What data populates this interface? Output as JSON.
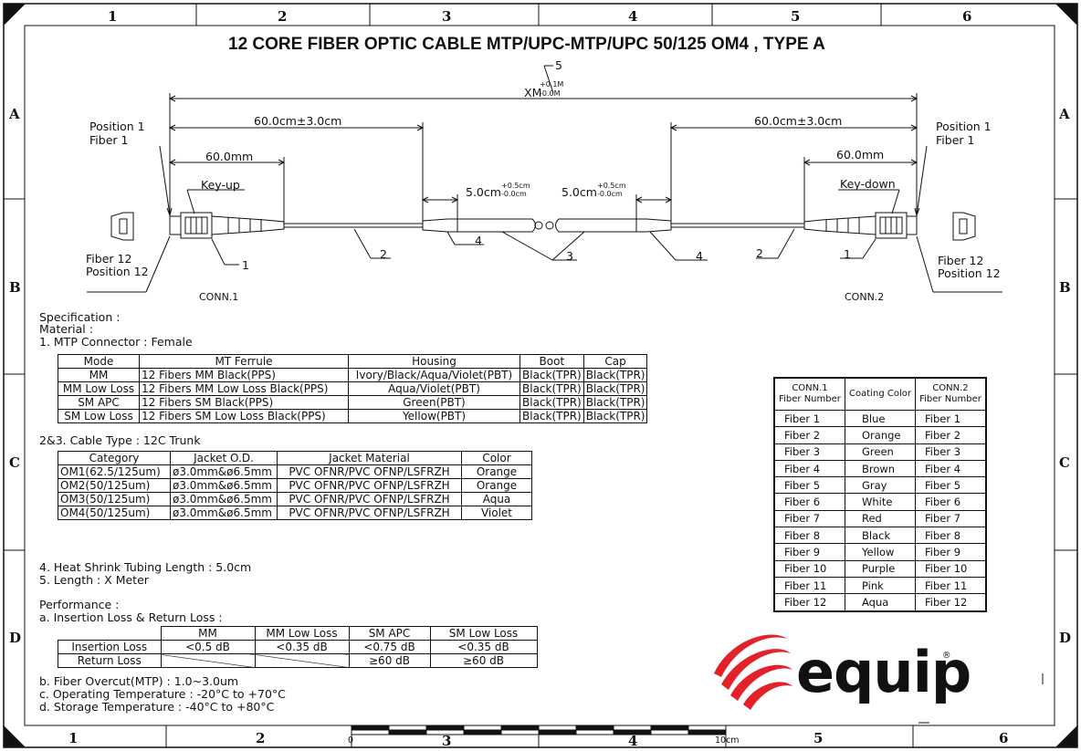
{
  "title": "12 CORE FIBER OPTIC CABLE MTP/UPC-MTP/UPC 50/125  OM4 , TYPE A",
  "frame": {
    "cols_top": [
      "1",
      "2",
      "3",
      "4",
      "5",
      "6"
    ],
    "cols_bottom": [
      "1",
      "2",
      "3",
      "4",
      "5",
      "6"
    ],
    "rows": [
      "A",
      "B",
      "C",
      "D"
    ],
    "scale": {
      "start": "0",
      "end": "10cm"
    }
  },
  "drawing": {
    "length_main": "XM",
    "length_tol_plus": "+0.1M",
    "length_tol_minus": "-0.0M",
    "length_callout": "5",
    "left": {
      "position_top": "Position  1",
      "fiber_top": "Fiber  1",
      "dim_cable": "60.0cm±3.0cm",
      "dim_boot": "60.0mm",
      "key": "Key-up",
      "fiber_bottom": "Fiber  12",
      "position_bottom": "Position  12",
      "conn": "CONN.1",
      "callout_conn": "1",
      "callout_cable": "2"
    },
    "right": {
      "position_top": "Position  1",
      "fiber_top": "Fiber  1",
      "dim_cable": "60.0cm±3.0cm",
      "dim_boot": "60.0mm",
      "key": "Key-down",
      "fiber_bottom": "Fiber  12",
      "position_bottom": "Position  12",
      "conn": "CONN.2",
      "callout_conn": "1",
      "callout_cable": "2"
    },
    "heat_shrink": {
      "main": "5.0cm",
      "plus": "+0.5cm",
      "minus": "-0.0cm"
    },
    "callout_trunk": "3",
    "callout_shrink": "4"
  },
  "spec": {
    "heading": "Specification :",
    "material": "Material :",
    "item1": "1. MTP  Connector : Female",
    "item23": "2&3. Cable Type : 12C Trunk",
    "item4": "4. Heat Shrink Tubing Length : 5.0cm",
    "item5": "5. Length : X Meter",
    "performance": "Performance :",
    "item_a": "a. Insertion Loss & Return Loss :",
    "item_b": "b. Fiber Overcut(MTP) : 1.0~3.0um",
    "item_c": "c. Operating Temperature : -20°C  to  +70°C",
    "item_d": "d. Storage Temperature : -40°C  to  +80°C"
  },
  "mtp_table": {
    "headers": [
      "Mode",
      "MT Ferrule",
      "Housing",
      "Boot",
      "Cap"
    ],
    "rows": [
      [
        "MM",
        "12 Fibers MM Black(PPS)",
        "Ivory/Black/Aqua/Violet(PBT)",
        "Black(TPR)",
        "Black(TPR)"
      ],
      [
        "MM Low Loss",
        "12 Fibers MM Low Loss Black(PPS)",
        "Aqua/Violet(PBT)",
        "Black(TPR)",
        "Black(TPR)"
      ],
      [
        "SM APC",
        "12 Fibers SM Black(PPS)",
        "Green(PBT)",
        "Black(TPR)",
        "Black(TPR)"
      ],
      [
        "SM Low Loss",
        "12 Fibers SM Low Loss Black(PPS)",
        "Yellow(PBT)",
        "Black(TPR)",
        "Black(TPR)"
      ]
    ]
  },
  "cable_table": {
    "headers": [
      "Category",
      "Jacket O.D.",
      "Jacket Material",
      "Color"
    ],
    "rows": [
      [
        "OM1(62.5/125um)",
        "ø3.0mm&ø6.5mm",
        "PVC OFNR/PVC OFNP/LSFRZH",
        "Orange"
      ],
      [
        "OM2(50/125um)",
        "ø3.0mm&ø6.5mm",
        "PVC OFNR/PVC OFNP/LSFRZH",
        "Orange"
      ],
      [
        "OM3(50/125um)",
        "ø3.0mm&ø6.5mm",
        "PVC OFNR/PVC OFNP/LSFRZH",
        "Aqua"
      ],
      [
        "OM4(50/125um)",
        "ø3.0mm&ø6.5mm",
        "PVC OFNR/PVC OFNP/LSFRZH",
        "Violet"
      ]
    ]
  },
  "loss_table": {
    "headers": [
      "MM",
      "MM Low Loss",
      "SM APC",
      "SM Low Loss"
    ],
    "rows": [
      {
        "label": "Insertion Loss",
        "values": [
          "<0.5 dB",
          "<0.35 dB",
          "<0.75 dB",
          "<0.35 dB"
        ]
      },
      {
        "label": "Return Loss",
        "values": [
          "",
          "",
          "≥60 dB",
          "≥60 dB"
        ]
      }
    ]
  },
  "fiber_table": {
    "headers": {
      "conn1_a": "CONN.1",
      "conn1_b": "Fiber Number",
      "color": "Coating Color",
      "conn2_a": "CONN.2",
      "conn2_b": "Fiber Number"
    },
    "rows": [
      [
        "Fiber 1",
        "Blue",
        "Fiber 1"
      ],
      [
        "Fiber 2",
        "Orange",
        "Fiber 2"
      ],
      [
        "Fiber 3",
        "Green",
        "Fiber 3"
      ],
      [
        "Fiber 4",
        "Brown",
        "Fiber 4"
      ],
      [
        "Fiber 5",
        "Gray",
        "Fiber 5"
      ],
      [
        "Fiber 6",
        "White",
        "Fiber 6"
      ],
      [
        "Fiber 7",
        "Red",
        "Fiber 7"
      ],
      [
        "Fiber 8",
        "Black",
        "Fiber 8"
      ],
      [
        "Fiber 9",
        "Yellow",
        "Fiber 9"
      ],
      [
        "Fiber 10",
        "Purple",
        "Fiber 10"
      ],
      [
        "Fiber 11",
        "Pink",
        "Fiber 11"
      ],
      [
        "Fiber 12",
        "Aqua",
        "Fiber 12"
      ]
    ]
  },
  "brand": {
    "name": "equip",
    "reg": "®",
    "color": "#e32128"
  }
}
